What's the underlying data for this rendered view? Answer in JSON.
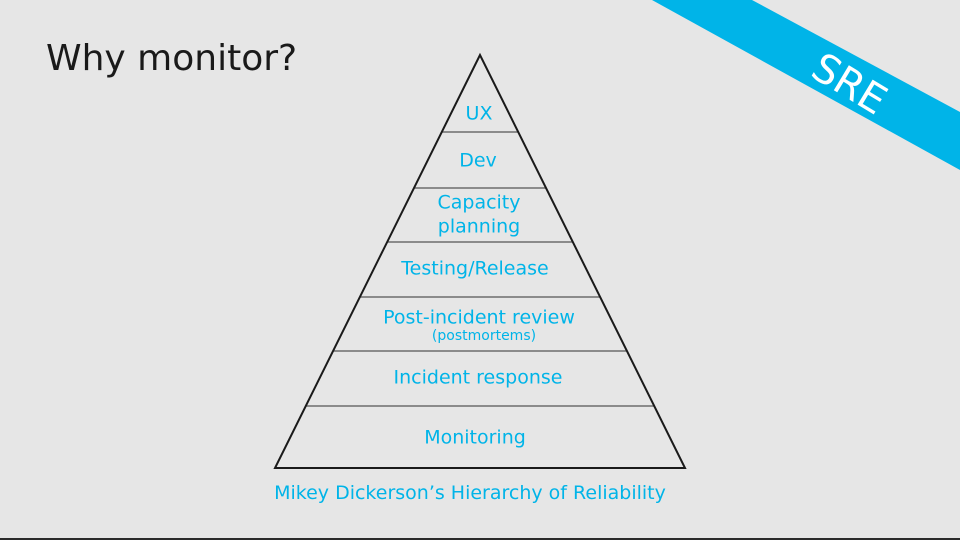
{
  "slide": {
    "title": "Why monitor?",
    "banner_label": "SRE",
    "caption": "Mikey Dickerson’s Hierarchy of Reliability"
  },
  "pyramid": {
    "levels": [
      {
        "lines": [
          "UX"
        ],
        "sub": ""
      },
      {
        "lines": [
          "Dev"
        ],
        "sub": ""
      },
      {
        "lines": [
          "Capacity",
          "planning"
        ],
        "sub": ""
      },
      {
        "lines": [
          "Testing/Release"
        ],
        "sub": ""
      },
      {
        "lines": [
          "Post-incident review"
        ],
        "sub": "(postmortems)"
      },
      {
        "lines": [
          "Incident response"
        ],
        "sub": ""
      },
      {
        "lines": [
          "Monitoring"
        ],
        "sub": ""
      }
    ]
  },
  "colors": {
    "background": "#e6e6e6",
    "accent": "#00b4e8",
    "title_text": "#1a1a1a",
    "outline": "#1a1a1a",
    "divider": "#555555",
    "banner_text": "#ffffff"
  }
}
